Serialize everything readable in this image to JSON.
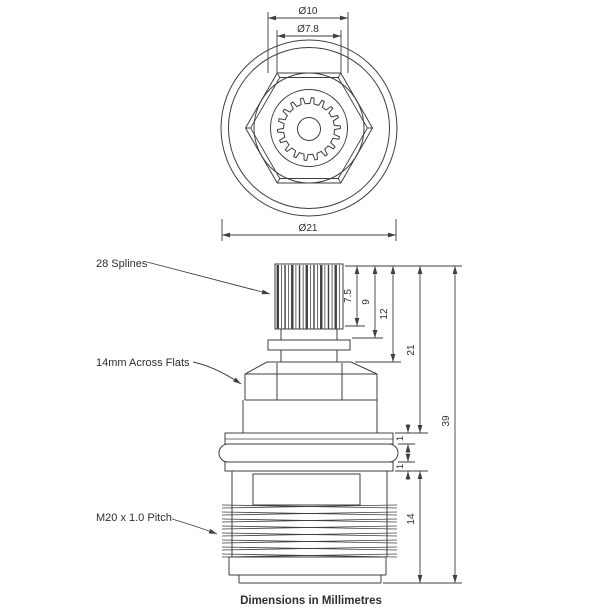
{
  "page": {
    "background": "#ffffff",
    "line_color": "#3f3f3f",
    "text_color": "#2f2f2f"
  },
  "top_view": {
    "dim_spline_tip_diameter": "Ø10",
    "dim_spline_diameter": "Ø7.8",
    "dim_body_diameter": "Ø21"
  },
  "side_view": {
    "label_splines": "28 Splines",
    "label_across_flats": "14mm Across Flats",
    "label_thread": "M20 x 1.0 Pitch",
    "dim_spline_length": "7.5",
    "dim_to_collar": "9",
    "dim_to_hex": "12",
    "dim_to_seal": "21",
    "dim_overall_length": "39",
    "dim_seal_land_upper": "1",
    "dim_seal_land_lower": "1",
    "dim_thread_length": "14"
  },
  "footer": {
    "note": "Dimensions in Millimetres"
  }
}
